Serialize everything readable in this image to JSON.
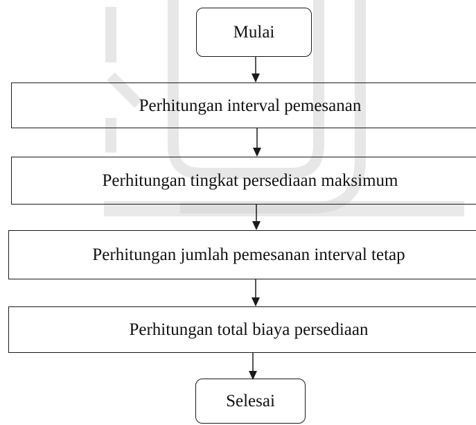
{
  "flowchart": {
    "start": "Mulai",
    "steps": [
      "Perhitungan interval pemesanan",
      "Perhitungan tingkat persediaan maksimum",
      "Perhitungan jumlah pemesanan interval tetap",
      "Perhitungan total biaya persediaan"
    ],
    "end": "Selesai"
  },
  "colors": {
    "line": "#1a1a1a",
    "watermark": "#d4d4d4"
  }
}
